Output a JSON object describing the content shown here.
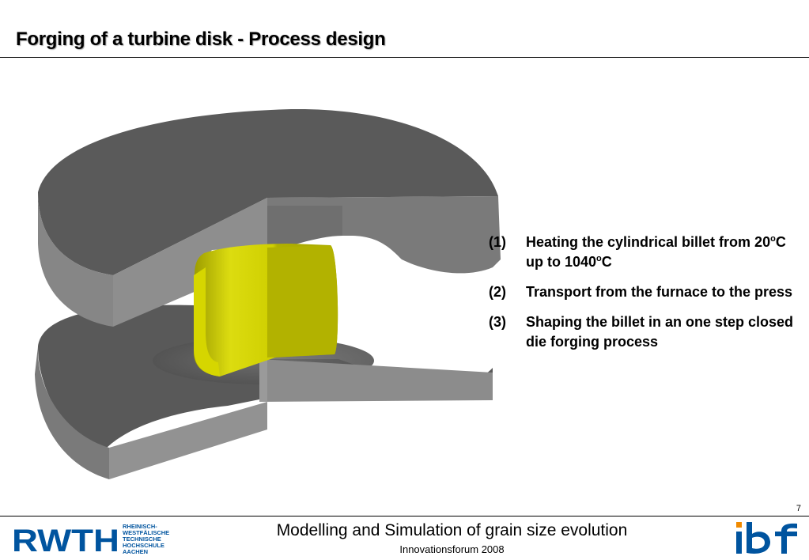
{
  "header": {
    "title": "Forging of a turbine disk - Process design"
  },
  "figure": {
    "colors": {
      "die": "#5a5a5a",
      "die_side": "#8a8a8a",
      "billet": "#cccc00",
      "billet_shadow": "#a9a900"
    }
  },
  "steps": [
    {
      "num": "(1)",
      "text_a": "Heating the cylindrical billet from 20",
      "sup_a": "o",
      "text_b": "C up to 1040",
      "sup_b": "o",
      "text_c": "C"
    },
    {
      "num": "(2)",
      "text": "Transport from the furnace to the press"
    },
    {
      "num": "(3)",
      "text": "Shaping the billet in an one step closed die forging process"
    }
  ],
  "footer": {
    "page_number": "7",
    "title": "Modelling and Simulation of grain size evolution",
    "subtitle": "Innovationsforum 2008",
    "rwth_logo": {
      "word": "RWTH",
      "lines": [
        "RHEINISCH-",
        "WESTFÄLISCHE",
        "TECHNISCHE",
        "HOCHSCHULE",
        "AACHEN"
      ],
      "color": "#00549f"
    },
    "ibf_logo": {
      "word": "ibf",
      "colors": {
        "blue": "#00549f",
        "orange": "#f08a00"
      }
    }
  }
}
